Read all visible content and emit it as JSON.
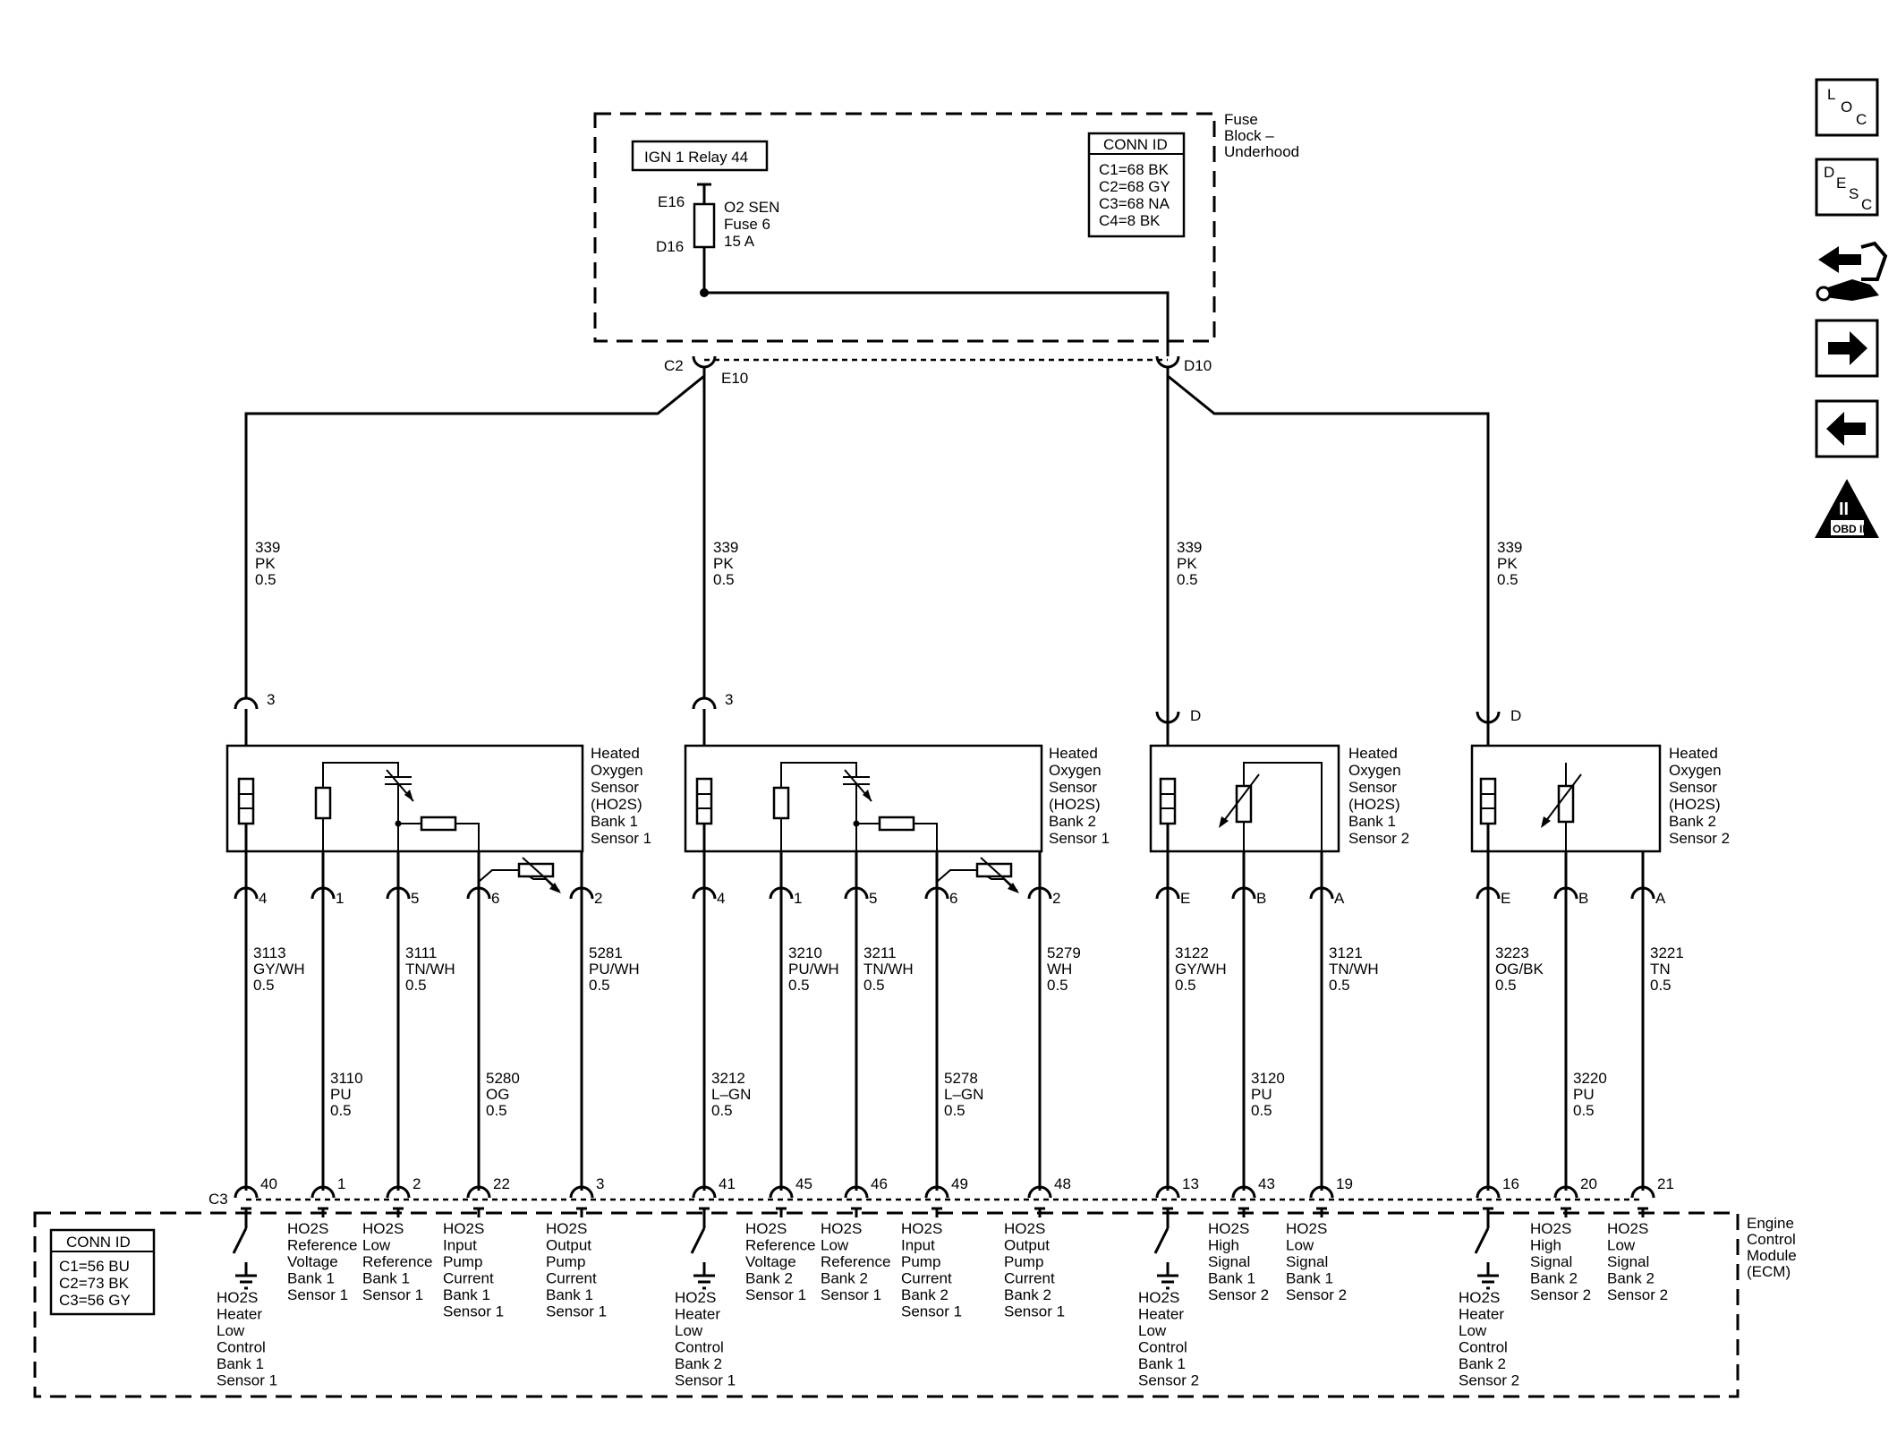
{
  "fuse_block": {
    "label": [
      "Fuse",
      "Block –",
      "Underhood"
    ],
    "relay": "IGN 1 Relay 44",
    "fuse": {
      "top_pin": "E16",
      "bottom_pin": "D16",
      "label": [
        "O2 SEN",
        "Fuse 6",
        "15 A"
      ]
    },
    "conn_id": {
      "title": "CONN ID",
      "rows": [
        "C1=68 BK",
        "C2=68 GY",
        "C3=68 NA",
        "C4=8 BK"
      ]
    },
    "terminals": {
      "c2": "C2",
      "e10": "E10",
      "d10": "D10"
    }
  },
  "feed_wires": [
    {
      "circuit": "339",
      "color": "PK",
      "gauge": "0.5"
    },
    {
      "circuit": "339",
      "color": "PK",
      "gauge": "0.5"
    },
    {
      "circuit": "339",
      "color": "PK",
      "gauge": "0.5"
    },
    {
      "circuit": "339",
      "color": "PK",
      "gauge": "0.5"
    }
  ],
  "sensors": [
    {
      "label": [
        "Heated",
        "Oxygen",
        "Sensor",
        "(HO2S)",
        "Bank 1",
        "Sensor 1"
      ],
      "top_pin": "3",
      "pins": [
        "4",
        "1",
        "5",
        "6",
        "2"
      ]
    },
    {
      "label": [
        "Heated",
        "Oxygen",
        "Sensor",
        "(HO2S)",
        "Bank 2",
        "Sensor 1"
      ],
      "top_pin": "3",
      "pins": [
        "4",
        "1",
        "5",
        "6",
        "2"
      ]
    },
    {
      "label": [
        "Heated",
        "Oxygen",
        "Sensor",
        "(HO2S)",
        "Bank 1",
        "Sensor 2"
      ],
      "top_pin": "D",
      "pins": [
        "E",
        "B",
        "A"
      ]
    },
    {
      "label": [
        "Heated",
        "Oxygen",
        "Sensor",
        "(HO2S)",
        "Bank 2",
        "Sensor 2"
      ],
      "top_pin": "D",
      "pins": [
        "E",
        "B",
        "A"
      ]
    }
  ],
  "signal_wires": [
    [
      "3113",
      "GY/WH",
      "0.5"
    ],
    [
      "3110",
      "PU",
      "0.5"
    ],
    [
      "3111",
      "TN/WH",
      "0.5"
    ],
    [
      "5280",
      "OG",
      "0.5"
    ],
    [
      "5281",
      "PU/WH",
      "0.5"
    ],
    [
      "3212",
      "L–GN",
      "0.5"
    ],
    [
      "3210",
      "PU/WH",
      "0.5"
    ],
    [
      "3211",
      "TN/WH",
      "0.5"
    ],
    [
      "5278",
      "L–GN",
      "0.5"
    ],
    [
      "5279",
      "WH",
      "0.5"
    ],
    [
      "3122",
      "GY/WH",
      "0.5"
    ],
    [
      "3120",
      "PU",
      "0.5"
    ],
    [
      "3121",
      "TN/WH",
      "0.5"
    ],
    [
      "3223",
      "OG/BK",
      "0.5"
    ],
    [
      "3220",
      "PU",
      "0.5"
    ],
    [
      "3221",
      "TN",
      "0.5"
    ]
  ],
  "ecm": {
    "label": [
      "Engine",
      "Control",
      "Module",
      "(ECM)"
    ],
    "connector": "C3",
    "conn_id": {
      "title": "CONN ID",
      "rows": [
        "C1=56 BU",
        "C2=73 BK",
        "C3=56 GY"
      ]
    },
    "pins": [
      "40",
      "1",
      "2",
      "22",
      "3",
      "41",
      "45",
      "46",
      "49",
      "48",
      "13",
      "43",
      "19",
      "16",
      "20",
      "21"
    ],
    "functions": [
      [
        "HO2S",
        "Heater",
        "Low",
        "Control",
        "Bank 1",
        "Sensor 1"
      ],
      [
        "HO2S",
        "Reference",
        "Voltage",
        "Bank 1",
        "Sensor 1"
      ],
      [
        "HO2S",
        "Low",
        "Reference",
        "Bank 1",
        "Sensor 1"
      ],
      [
        "HO2S",
        "Input",
        "Pump",
        "Current",
        "Bank 1",
        "Sensor 1"
      ],
      [
        "HO2S",
        "Output",
        "Pump",
        "Current",
        "Bank 1",
        "Sensor 1"
      ],
      [
        "HO2S",
        "Heater",
        "Low",
        "Control",
        "Bank 2",
        "Sensor 1"
      ],
      [
        "HO2S",
        "Reference",
        "Voltage",
        "Bank 2",
        "Sensor 1"
      ],
      [
        "HO2S",
        "Low",
        "Reference",
        "Bank 2",
        "Sensor 1"
      ],
      [
        "HO2S",
        "Input",
        "Pump",
        "Current",
        "Bank 2",
        "Sensor 1"
      ],
      [
        "HO2S",
        "Output",
        "Pump",
        "Current",
        "Bank 2",
        "Sensor 1"
      ],
      [
        "HO2S",
        "Heater",
        "Low",
        "Control",
        "Bank 1",
        "Sensor 2"
      ],
      [
        "HO2S",
        "High",
        "Signal",
        "Bank 1",
        "Sensor 2"
      ],
      [
        "HO2S",
        "Low",
        "Signal",
        "Bank 1",
        "Sensor 2"
      ],
      [
        "HO2S",
        "Heater",
        "Low",
        "Control",
        "Bank 2",
        "Sensor 2"
      ],
      [
        "HO2S",
        "High",
        "Signal",
        "Bank 2",
        "Sensor 2"
      ],
      [
        "HO2S",
        "Low",
        "Signal",
        "Bank 2",
        "Sensor 2"
      ]
    ]
  },
  "nav": {
    "loc": [
      "L",
      "O",
      "C"
    ],
    "desc": [
      "D",
      "E",
      "S",
      "C"
    ],
    "obd": [
      "II",
      "OBD II"
    ],
    "icons": [
      "loc-icon",
      "desc-icon",
      "connector-pins-icon",
      "next-arrow-icon",
      "previous-arrow-icon",
      "obd-ii-icon"
    ]
  }
}
